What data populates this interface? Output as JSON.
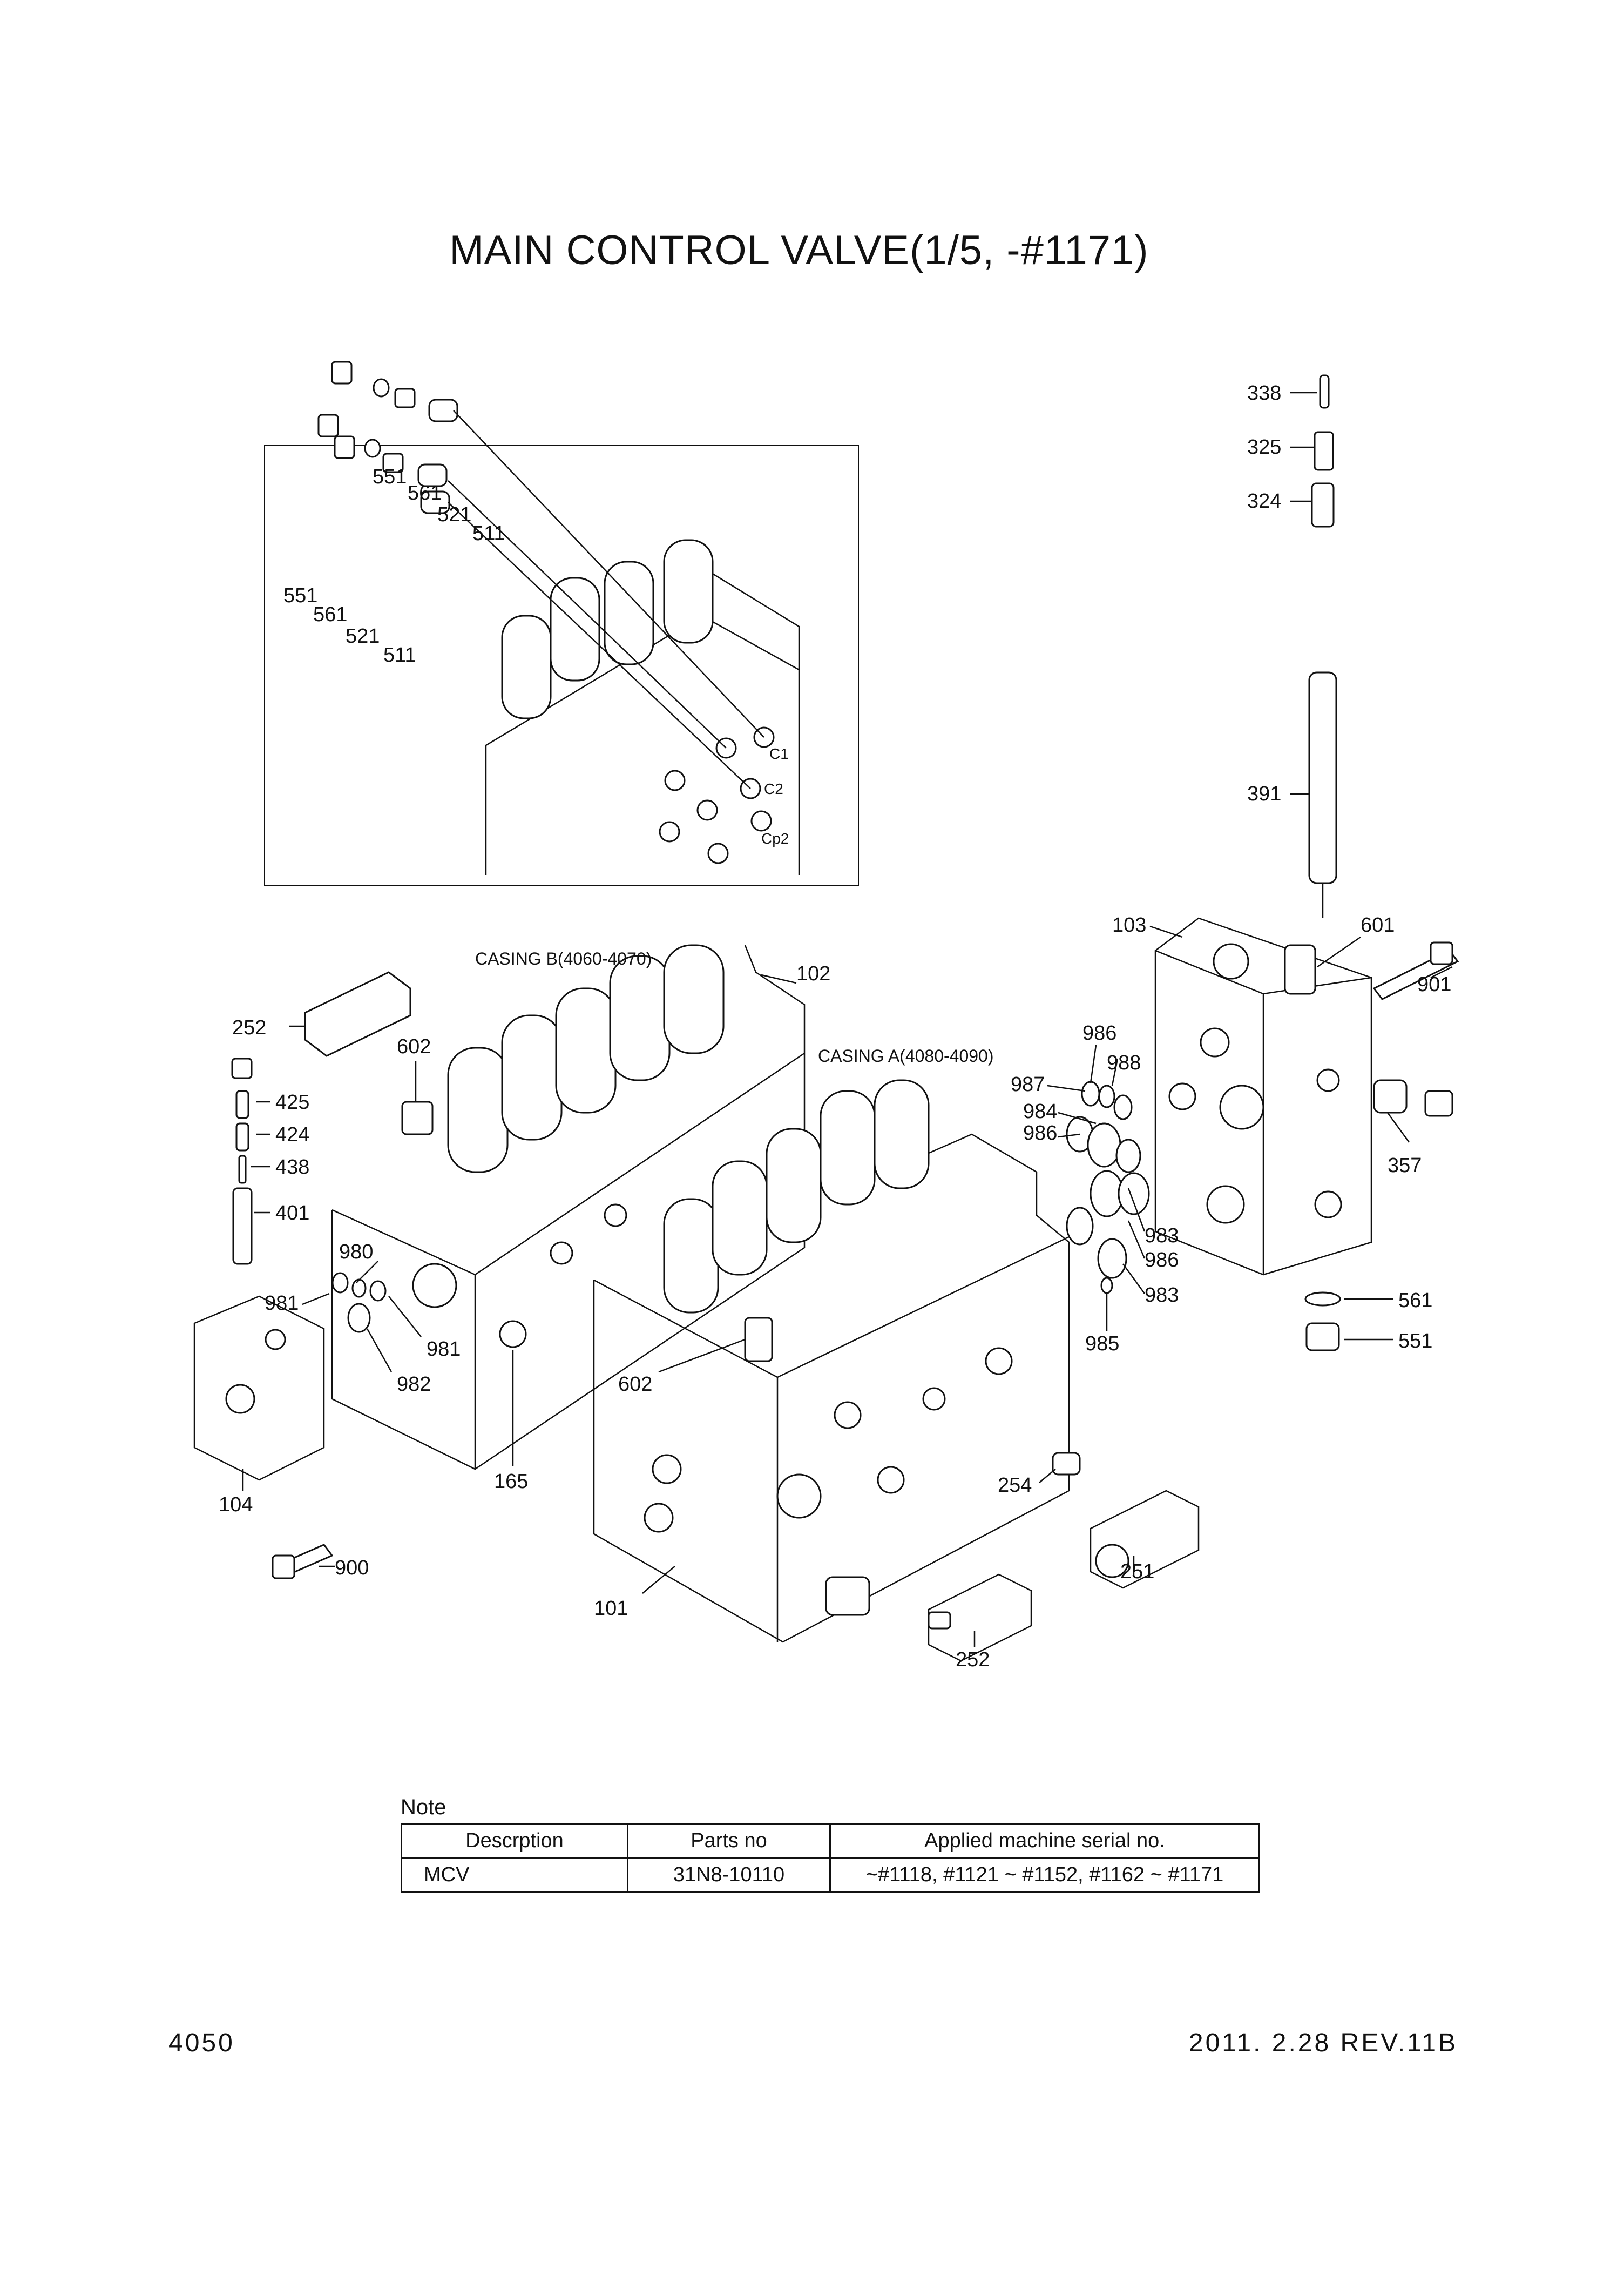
{
  "title": "MAIN CONTROL VALVE(1/5, -#1171)",
  "inset": {
    "labels": [
      "551",
      "561",
      "521",
      "511",
      "551",
      "561",
      "521",
      "511"
    ],
    "port_labels": [
      "C1",
      "C2",
      "Cp2"
    ]
  },
  "casing_labels": {
    "casing_b": "CASING B(4060-4070)",
    "casing_a": "CASING A(4080-4090)"
  },
  "part_labels": {
    "p338": "338",
    "p325": "325",
    "p324": "324",
    "p391": "391",
    "p103": "103",
    "p601": "601",
    "p901": "901",
    "p986a": "986",
    "p988": "988",
    "p987": "987",
    "p984": "984",
    "p986b": "986",
    "p357": "357",
    "p983a": "983",
    "p986c": "986",
    "p983b": "983",
    "p985": "985",
    "p561": "561",
    "p551": "551",
    "p102": "102",
    "p252a": "252",
    "p602a": "602",
    "p425": "425",
    "p424": "424",
    "p438": "438",
    "p401": "401",
    "p980": "980",
    "p981a": "981",
    "p981b": "981",
    "p982": "982",
    "p602b": "602",
    "p165": "165",
    "p104": "104",
    "p900": "900",
    "p101": "101",
    "p254": "254",
    "p251": "251",
    "p252b": "252"
  },
  "note": {
    "label": "Note",
    "headers": [
      "Descrption",
      "Parts no",
      "Applied machine serial no."
    ],
    "rows": [
      [
        "MCV",
        "31N8-10110",
        "~#1118, #1121 ~ #1152, #1162 ~ #1171"
      ]
    ]
  },
  "footer": {
    "page_number": "4050",
    "revision": "2011. 2.28  REV.11B"
  }
}
